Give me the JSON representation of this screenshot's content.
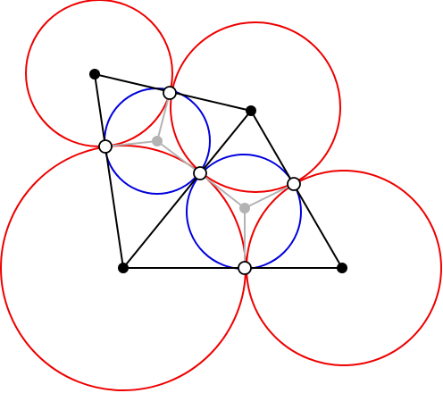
{
  "figure": {
    "colors": {
      "background": "#ffffff",
      "vertex_circles": "#ee0000",
      "incircles": "#0000dd",
      "edges": "#000000",
      "incenter_spokes": "#b3b3b3",
      "incenters": "#b3b3b3",
      "vertices": "#000000",
      "tangency_fill": "#ffffff",
      "tangency_stroke": "#000000"
    },
    "vertex_circles": [
      {
        "id": "A"
      },
      {
        "id": "B"
      },
      {
        "id": "C"
      },
      {
        "id": "D"
      },
      {
        "id": "E"
      }
    ],
    "incircles": [
      {
        "id": "upper"
      },
      {
        "id": "lower"
      }
    ],
    "edges": [
      {
        "id": "A-B"
      },
      {
        "id": "B-E"
      },
      {
        "id": "E-D"
      },
      {
        "id": "D-C"
      },
      {
        "id": "C-A"
      },
      {
        "id": "C-B"
      }
    ],
    "vertices": [
      {
        "id": "A"
      },
      {
        "id": "B"
      },
      {
        "id": "C"
      },
      {
        "id": "D"
      },
      {
        "id": "E"
      }
    ],
    "tangency_points": [
      {
        "id": "AB"
      },
      {
        "id": "AC"
      },
      {
        "id": "BC"
      },
      {
        "id": "BE"
      },
      {
        "id": "CD"
      },
      {
        "id": "DE"
      }
    ],
    "incenters": [
      {
        "id": "upper"
      },
      {
        "id": "lower"
      }
    ]
  }
}
